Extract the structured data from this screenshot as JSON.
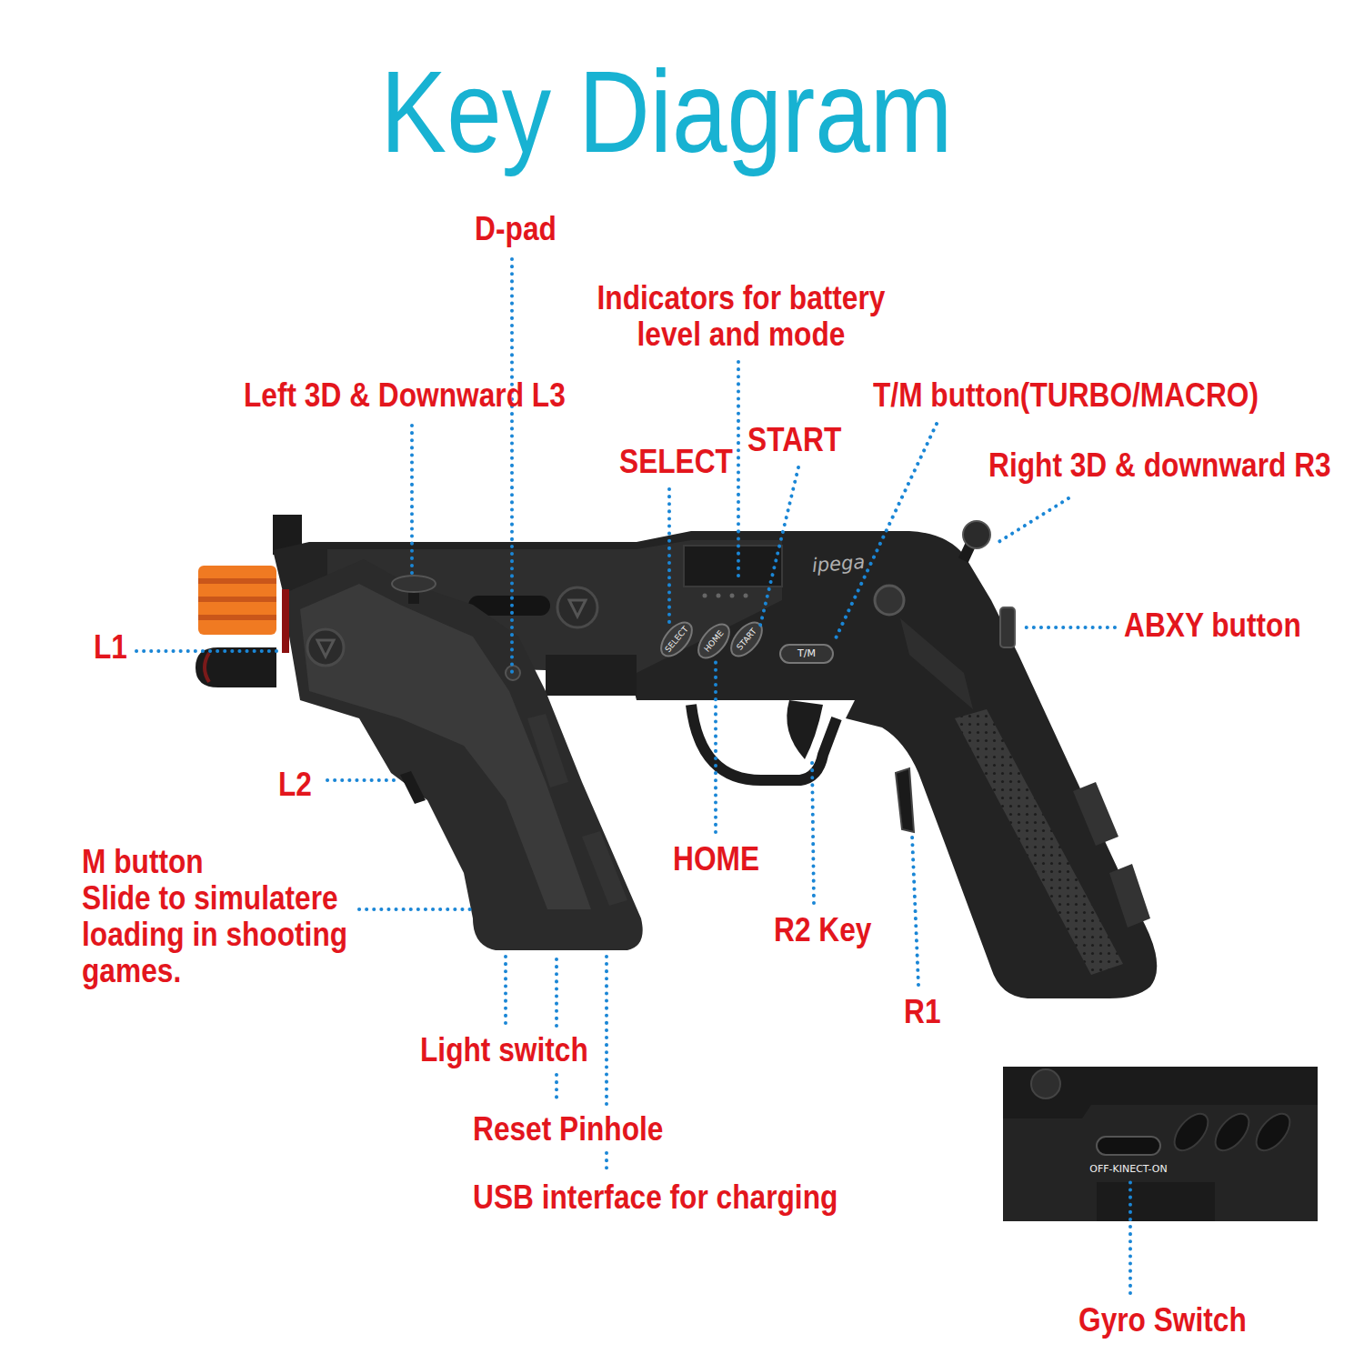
{
  "diagram": {
    "title": "Key Diagram",
    "labels": [
      "D-pad",
      "Indicators for battery level and mode",
      "Left 3D & Downward L3",
      "T/M button(TURBO/MACRO)",
      "SELECT",
      "START",
      "Right 3D & downward R3",
      "ipega",
      "SELECT",
      "HOME",
      "START",
      "T/M",
      "L1",
      "ABXY button",
      "L2",
      "M button",
      "Slide to simulatere loading in shooting games.",
      "HOME",
      "R2 Key",
      "R1",
      "Light switch",
      "Reset Pinhole",
      "USB interface for charging",
      "OFF-KINECT-ON",
      "Gyro Switch"
    ]
  }
}
